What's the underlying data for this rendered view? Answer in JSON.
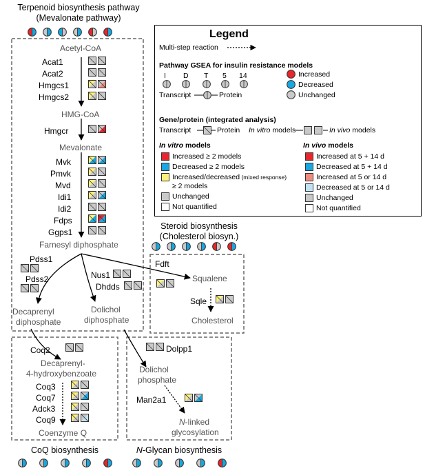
{
  "colors": {
    "red": "#e8262b",
    "blue": "#18a7e0",
    "yellow": "#fdf07b",
    "gray": "#c9c9c9",
    "light_red": "#ef8c7d",
    "light_blue": "#bfe3f4",
    "white": "#ffffff"
  },
  "modules": {
    "terpenoid": {
      "title_line1": "Terpenoid biosynthesis pathway",
      "title_line2": "(Mevalonate pathway)",
      "gsea": [
        [
          "red",
          "blue"
        ],
        [
          "gray",
          "blue"
        ],
        [
          "blue",
          "gray"
        ],
        [
          "gray",
          "blue"
        ],
        [
          "red",
          "gray"
        ],
        [
          "red",
          "blue"
        ]
      ]
    },
    "steroid": {
      "title_line1": "Steroid biosynthesis",
      "title_line2": "(Cholesterol biosyn.)",
      "gsea": [
        [
          "gray",
          "blue"
        ],
        [
          "gray",
          "blue"
        ],
        [
          "gray",
          "blue"
        ],
        [
          "gray",
          "blue"
        ],
        [
          "red",
          "gray"
        ],
        [
          "red",
          "blue"
        ]
      ]
    },
    "coq": {
      "title": "CoQ biosynthesis",
      "gsea": [
        [
          "gray",
          "blue"
        ],
        [
          "gray",
          "blue"
        ],
        [
          "gray",
          "blue"
        ],
        [
          "gray",
          "blue"
        ],
        [
          "red",
          "blue"
        ]
      ]
    },
    "nglycan": {
      "title_italic": "N",
      "title_rest": "-Glycan biosynthesis",
      "gsea": [
        [
          "gray",
          "blue"
        ],
        [
          "gray",
          "blue"
        ],
        [
          "gray",
          "blue"
        ],
        [
          "gray",
          "blue"
        ],
        [
          "red",
          "blue"
        ]
      ]
    }
  },
  "metabolites": {
    "acetyl_coa": "Acetyl-CoA",
    "hmg_coa": "HMG-CoA",
    "mevalonate": "Mevalonate",
    "farnesyl": "Farnesyl diphosphate",
    "decaprenyl_1": "Decaprenyl",
    "decaprenyl_2": "diphosphate",
    "dolichol_pp_1": "Dolichol",
    "dolichol_pp_2": "diphosphate",
    "squalene": "Squalene",
    "cholesterol": "Cholesterol",
    "dhb_1": "Decaprenyl-",
    "dhb_2": "4-hydroxybenzoate",
    "coenzyme_q": "Coenzyme Q",
    "dolichol_p_1": "Dolichol",
    "dolichol_p_2": "phosphate",
    "nlinked_italic": "N",
    "nlinked_rest": "-linked",
    "nlinked_2": "glycosylation"
  },
  "genes": [
    {
      "name": "Acat1",
      "invitro": [
        "gray",
        "gray"
      ],
      "invivo": [
        "gray",
        "gray"
      ]
    },
    {
      "name": "Acat2",
      "invitro": [
        "gray",
        "gray"
      ],
      "invivo": [
        "gray",
        "gray"
      ]
    },
    {
      "name": "Hmgcs1",
      "invitro": [
        "yellow",
        "gray"
      ],
      "invivo": [
        "gray",
        "light_red"
      ]
    },
    {
      "name": "Hmgcs2",
      "invitro": [
        "yellow",
        "gray"
      ],
      "invivo": [
        "gray",
        "gray"
      ]
    },
    {
      "name": "Hmgcr",
      "invitro": [
        "gray",
        "gray"
      ],
      "invivo": [
        "gray",
        "red"
      ]
    },
    {
      "name": "Mvk",
      "invitro": [
        "yellow",
        "blue"
      ],
      "invivo": [
        "gray",
        "blue"
      ]
    },
    {
      "name": "Pmvk",
      "invitro": [
        "yellow",
        "gray"
      ],
      "invivo": [
        "gray",
        "gray"
      ]
    },
    {
      "name": "Mvd",
      "invitro": [
        "yellow",
        "gray"
      ],
      "invivo": [
        "gray",
        "gray"
      ]
    },
    {
      "name": "Idi1",
      "invitro": [
        "yellow",
        "gray"
      ],
      "invivo": [
        "gray",
        "blue"
      ]
    },
    {
      "name": "Idi2",
      "invitro": [
        "gray",
        "gray"
      ],
      "invivo": [
        "gray",
        "gray"
      ]
    },
    {
      "name": "Fdps",
      "invitro": [
        "yellow",
        "blue"
      ],
      "invivo": [
        "red",
        "blue"
      ]
    },
    {
      "name": "Ggps1",
      "invitro": [
        "gray",
        "gray"
      ],
      "invivo": [
        "gray",
        "gray"
      ]
    },
    {
      "name": "Pdss1",
      "invitro": [
        "gray",
        "gray"
      ],
      "invivo": [
        "gray",
        "gray"
      ]
    },
    {
      "name": "Pdss2",
      "invitro": [
        "gray",
        "gray"
      ],
      "invivo": [
        "gray",
        "gray"
      ]
    },
    {
      "name": "Nus1",
      "invitro": [
        "gray",
        "gray"
      ],
      "invivo": [
        "gray",
        "gray"
      ]
    },
    {
      "name": "Dhdds",
      "invitro": [
        "gray",
        "gray"
      ],
      "invivo": [
        "gray",
        "gray"
      ]
    },
    {
      "name": "Fdft",
      "invitro": [
        "yellow",
        "gray"
      ],
      "invivo": [
        "gray",
        "gray"
      ]
    },
    {
      "name": "Sqle",
      "invitro": [
        "yellow",
        "gray"
      ],
      "invivo": [
        "gray",
        "gray"
      ]
    },
    {
      "name": "Coq2",
      "invitro": [
        "gray",
        "gray"
      ],
      "invivo": [
        "gray",
        "gray"
      ]
    },
    {
      "name": "Coq3",
      "invitro": [
        "yellow",
        "gray"
      ],
      "invivo": [
        "gray",
        "gray"
      ]
    },
    {
      "name": "Coq7",
      "invitro": [
        "yellow",
        "gray"
      ],
      "invivo": [
        "gray",
        "blue"
      ]
    },
    {
      "name": "Adck3",
      "invitro": [
        "yellow",
        "gray"
      ],
      "invivo": [
        "gray",
        "gray"
      ]
    },
    {
      "name": "Coq9",
      "invitro": [
        "yellow",
        "gray"
      ],
      "invivo": [
        "gray",
        "light_blue"
      ]
    },
    {
      "name": "Dolpp1",
      "invitro": [
        "gray",
        "gray"
      ],
      "invivo": [
        "gray",
        "gray"
      ]
    },
    {
      "name": "Man2a1",
      "invitro": [
        "yellow",
        "gray"
      ],
      "invivo": [
        "gray",
        "blue"
      ]
    }
  ],
  "legend": {
    "title": "Legend",
    "multistep": "Multi-step reaction",
    "gsea_title": "Pathway GSEA for insulin resistance models",
    "gsea_models": [
      "I",
      "D",
      "T",
      "5",
      "14"
    ],
    "gsea_caption_transcript": "Transcript",
    "gsea_caption_protein": "Protein",
    "gsea_status": [
      {
        "label": "Increased",
        "color": "red"
      },
      {
        "label": "Decreased",
        "color": "blue"
      },
      {
        "label": "Unchanged",
        "color": "gray"
      }
    ],
    "integrated_title": "Gene/protein (integrated analysis)",
    "integrated_transcript": "Transcript",
    "integrated_protein": "Protein",
    "invitro_models_label": "In vitro",
    "models_word": "models",
    "invivo_models_label": "In vivo",
    "invitro_title": "In vitro",
    "invivo_title": "In vivo",
    "models_title_suffix": "models",
    "invitro_items": [
      {
        "label": "Increased ≥ 2 models",
        "color": "red"
      },
      {
        "label": "Decreased ≥ 2 models",
        "color": "blue"
      },
      {
        "label": "Increased/decreased",
        "note": "(mixed response)",
        "label2": "≥ 2 models",
        "color": "yellow"
      },
      {
        "label": "Unchanged",
        "color": "gray"
      },
      {
        "label": "Not quantified",
        "color": "white"
      }
    ],
    "invivo_items": [
      {
        "label": "Increased at 5 + 14 d",
        "color": "red"
      },
      {
        "label": "Decreased at  5 + 14 d",
        "color": "blue"
      },
      {
        "label": "Increased at 5 or 14 d",
        "color": "light_red"
      },
      {
        "label": "Decreased at 5 or 14 d",
        "color": "light_blue"
      },
      {
        "label": "Unchanged",
        "color": "gray"
      },
      {
        "label": "Not quantified",
        "color": "white"
      }
    ]
  }
}
